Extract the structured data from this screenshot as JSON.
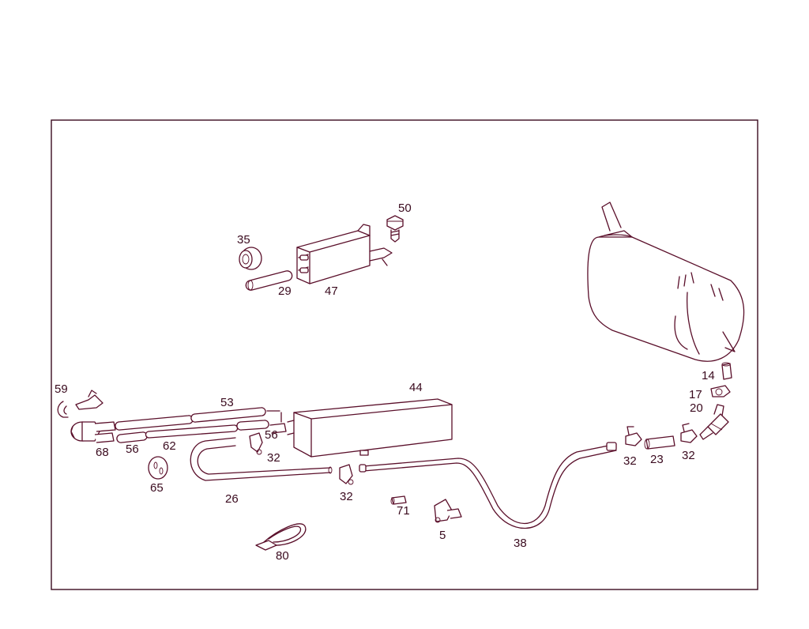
{
  "colors": {
    "line": "#5a0f2a",
    "text": "#3a0a1e",
    "background": "#ffffff"
  },
  "callouts": {
    "p50": "50",
    "p35": "35",
    "p29": "29",
    "p47": "47",
    "p44": "44",
    "p53": "53",
    "p59": "59",
    "p68": "68",
    "p56a": "56",
    "p62": "62",
    "p56b": "56",
    "p32a": "32",
    "p65": "65",
    "p26": "26",
    "p32b": "32",
    "p71": "71",
    "p5": "5",
    "p38": "38",
    "p80": "80",
    "p14": "14",
    "p17": "17",
    "p20": "20",
    "p32c": "32",
    "p23": "23",
    "p32d": "32"
  }
}
